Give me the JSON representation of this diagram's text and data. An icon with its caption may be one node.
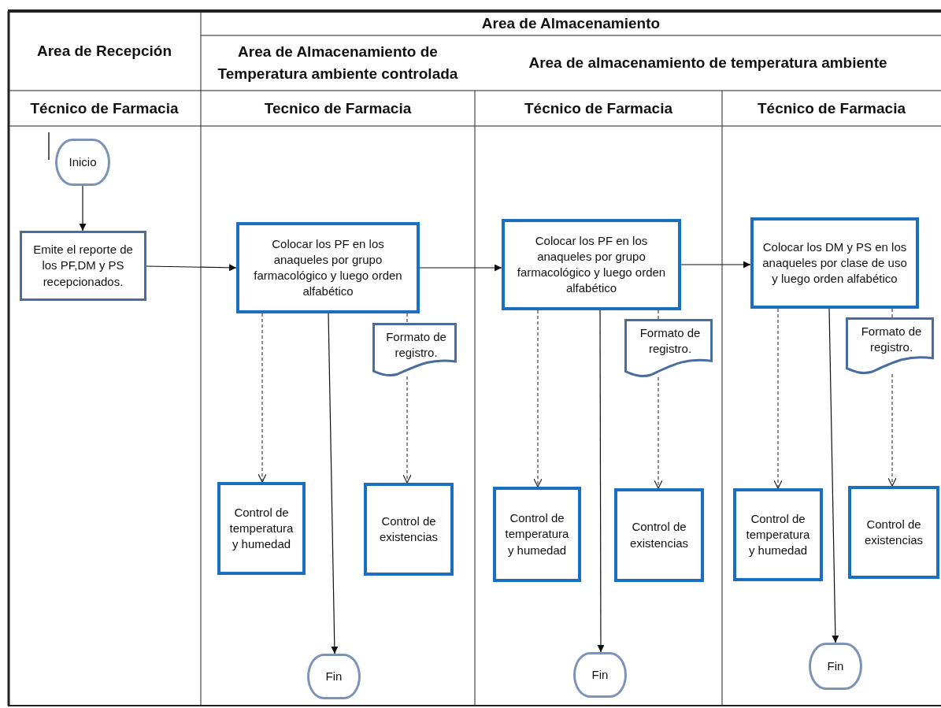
{
  "diagram": {
    "nodes": [
      {
        "text": [
          "Inicio"
        ]
      },
      {
        "text": [
          "Emite el reporte de los PF,DM y PS recepcionados."
        ]
      },
      {
        "text": [
          "Colocar los PF en los anaqueles por grupo farmacológico y luego orden alfabético"
        ]
      },
      {
        "text": [
          "Formato de registro."
        ]
      },
      {
        "text": [
          "Control de temperatura y humedad"
        ]
      },
      {
        "text": [
          "Control de existencias"
        ]
      },
      {
        "text": [
          "Fin"
        ]
      },
      {
        "text": [
          "Colocar los PF en los anaqueles por grupo farmacológico y luego orden alfabético"
        ]
      },
      {
        "text": [
          "Formato de registro."
        ]
      },
      {
        "text": [
          "Control de temperatura y humedad"
        ]
      },
      {
        "text": [
          "Control de existencias"
        ]
      },
      {
        "text": [
          "Fin"
        ]
      },
      {
        "text": [
          "Colocar los DM y PS en los anaqueles por clase de uso y luego orden alfabético"
        ]
      },
      {
        "text": [
          "Formato de registro."
        ]
      },
      {
        "text": [
          "Control de temperatura y humedad"
        ]
      },
      {
        "text": [
          "Control de existencias"
        ]
      },
      {
        "text": [
          "Fin"
        ]
      }
    ],
    "edges": [
      {
        "from": 0,
        "to": 1,
        "arrow": "to"
      },
      {
        "from": 1,
        "to": 2,
        "arrow": "to"
      },
      {
        "from": 2,
        "to": 7,
        "arrow": "to"
      },
      {
        "from": 7,
        "to": 12,
        "arrow": "to"
      },
      {
        "from": 2,
        "to": 4,
        "arrow": "to",
        "style": "dashed"
      },
      {
        "from": 2,
        "to": 3,
        "arrow": "none",
        "style": "dashed"
      },
      {
        "from": 3,
        "to": 5,
        "arrow": "to",
        "style": "dashed"
      },
      {
        "from": 2,
        "to": 6,
        "arrow": "to"
      },
      {
        "from": 7,
        "to": 9,
        "arrow": "to",
        "style": "dashed"
      },
      {
        "from": 7,
        "to": 8,
        "arrow": "none",
        "style": "dashed"
      },
      {
        "from": 8,
        "to": 10,
        "arrow": "to",
        "style": "dashed"
      },
      {
        "from": 7,
        "to": 11,
        "arrow": "to"
      },
      {
        "from": 12,
        "to": 14,
        "arrow": "to",
        "style": "dashed"
      },
      {
        "from": 12,
        "to": 13,
        "arrow": "none",
        "style": "dashed"
      },
      {
        "from": 13,
        "to": 15,
        "arrow": "to",
        "style": "dashed"
      },
      {
        "from": 12,
        "to": 16,
        "arrow": "to"
      }
    ],
    "labels": [
      "Area de Almacenamiento",
      "Area de Recepción",
      "Area de Almacenamiento de Temperatura ambiente controlada",
      "Area de almacenamiento de temperatura ambiente",
      "Técnico de Farmacia",
      "Tecnico de Farmacia",
      "Técnico de Farmacia",
      "Técnico de Farmacia"
    ]
  }
}
